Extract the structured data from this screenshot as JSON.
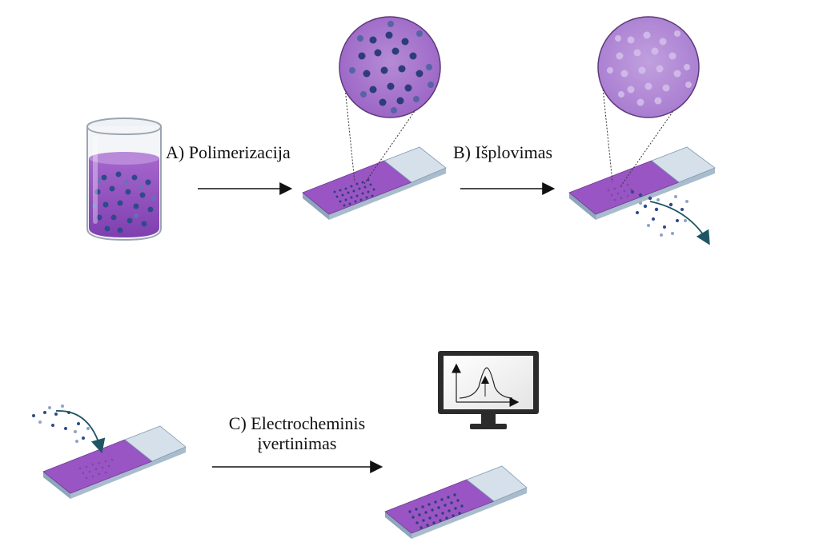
{
  "steps": [
    {
      "id": "A",
      "label": "A) Polimerizacija"
    },
    {
      "id": "B",
      "label": "B) Išplovimas"
    },
    {
      "id": "C",
      "label_line1": "C) Electrocheminis",
      "label_line2": "įvertinimas"
    }
  ],
  "colors": {
    "polymer": "#9a55c4",
    "polymer_light": "#b58bd6",
    "slide_glass": "#d6e0ea",
    "slide_edge": "#7f9bb3",
    "template_dark": "#2f3f7a",
    "template_light": "#c9b6e6",
    "arrow": "#111111",
    "curve_arrow": "#1f5666",
    "monitor": "#2b2b2b"
  },
  "icons": [
    "beaker-icon",
    "sensor-slide-icon",
    "magnified-view-icon",
    "monitor-graph-icon",
    "curved-arrow-icon"
  ]
}
